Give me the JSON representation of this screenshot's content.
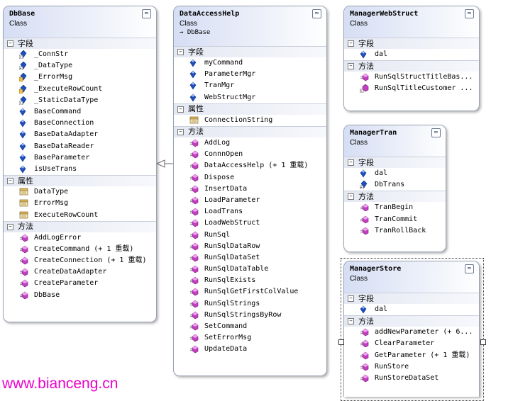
{
  "classes": [
    {
      "name": "DbBase",
      "kind": "Class",
      "sections": [
        {
          "title": "字段",
          "members": [
            {
              "name": "_ConnStr",
              "icon": "field-static-icon"
            },
            {
              "name": "_DataType",
              "icon": "field-static-icon"
            },
            {
              "name": "_ErrorMsg",
              "icon": "field-private-icon"
            },
            {
              "name": "_ExecuteRowCount",
              "icon": "field-private-icon"
            },
            {
              "name": "_StaticDataType",
              "icon": "field-static-icon"
            },
            {
              "name": "BaseCommand",
              "icon": "field-icon"
            },
            {
              "name": "BaseConnection",
              "icon": "field-icon"
            },
            {
              "name": "BaseDataAdapter",
              "icon": "field-icon"
            },
            {
              "name": "BaseDataReader",
              "icon": "field-icon"
            },
            {
              "name": "BaseParameter",
              "icon": "field-icon"
            },
            {
              "name": "isUseTrans",
              "icon": "field-icon"
            }
          ]
        },
        {
          "title": "属性",
          "members": [
            {
              "name": "DataType",
              "icon": "property-icon"
            },
            {
              "name": "ErrorMsg",
              "icon": "property-icon"
            },
            {
              "name": "ExecuteRowCount",
              "icon": "property-icon"
            }
          ]
        },
        {
          "title": "方法",
          "members": [
            {
              "name": "AddLogError",
              "icon": "method-icon"
            },
            {
              "name": "CreateCommand (+ 1 重载)",
              "icon": "method-icon"
            },
            {
              "name": "CreateConnection (+ 1 重载)",
              "icon": "method-icon"
            },
            {
              "name": "CreateDataAdapter",
              "icon": "method-icon"
            },
            {
              "name": "CreateParameter",
              "icon": "method-icon"
            },
            {
              "name": "DbBase",
              "icon": "method-icon"
            }
          ]
        }
      ]
    },
    {
      "name": "DataAccessHelp",
      "kind": "Class",
      "base": "→ DbBase",
      "sections": [
        {
          "title": "字段",
          "members": [
            {
              "name": "myCommand",
              "icon": "field-icon"
            },
            {
              "name": "ParameterMgr",
              "icon": "field-icon"
            },
            {
              "name": "TranMgr",
              "icon": "field-icon"
            },
            {
              "name": "WebStructMgr",
              "icon": "field-icon"
            }
          ]
        },
        {
          "title": "属性",
          "members": [
            {
              "name": "ConnectionString",
              "icon": "property-icon"
            }
          ]
        },
        {
          "title": "方法",
          "members": [
            {
              "name": "AddLog",
              "icon": "method-icon"
            },
            {
              "name": "ConnnOpen",
              "icon": "method-icon"
            },
            {
              "name": "DataAccessHelp (+ 1 重载)",
              "icon": "method-icon"
            },
            {
              "name": "Dispose",
              "icon": "method-icon"
            },
            {
              "name": "InsertData",
              "icon": "method-icon"
            },
            {
              "name": "LoadParameter",
              "icon": "method-icon"
            },
            {
              "name": "LoadTrans",
              "icon": "method-icon"
            },
            {
              "name": "LoadWebStruct",
              "icon": "method-icon"
            },
            {
              "name": "RunSql",
              "icon": "method-icon"
            },
            {
              "name": "RunSqlDataRow",
              "icon": "method-icon"
            },
            {
              "name": "RunSqlDataSet",
              "icon": "method-icon"
            },
            {
              "name": "RunSqlDataTable",
              "icon": "method-icon"
            },
            {
              "name": "RunSqlExists",
              "icon": "method-icon"
            },
            {
              "name": "RunSqlGetFirstColValue",
              "icon": "method-icon"
            },
            {
              "name": "RunSqlStrings",
              "icon": "method-icon"
            },
            {
              "name": "RunSqlStringsByRow",
              "icon": "method-icon"
            },
            {
              "name": "SetCommand",
              "icon": "method-icon"
            },
            {
              "name": "SetErrorMsg",
              "icon": "method-icon"
            },
            {
              "name": "UpdateData",
              "icon": "method-icon"
            }
          ]
        }
      ]
    },
    {
      "name": "ManagerWebStruct",
      "kind": "Class",
      "sections": [
        {
          "title": "字段",
          "members": [
            {
              "name": "dal",
              "icon": "field-icon"
            }
          ]
        },
        {
          "title": "方法",
          "members": [
            {
              "name": "RunSqlStructTitleBas...",
              "icon": "method-icon"
            },
            {
              "name": "RunSqlTitleCustomer ...",
              "icon": "method-static-icon"
            }
          ]
        }
      ]
    },
    {
      "name": "ManagerTran",
      "kind": "Class",
      "sections": [
        {
          "title": "字段",
          "members": [
            {
              "name": "dal",
              "icon": "field-icon"
            },
            {
              "name": "DbTrans",
              "icon": "field-static-icon"
            }
          ]
        },
        {
          "title": "方法",
          "members": [
            {
              "name": "TranBegin",
              "icon": "method-icon"
            },
            {
              "name": "TranCommit",
              "icon": "method-icon"
            },
            {
              "name": "TranRollBack",
              "icon": "method-icon"
            }
          ]
        }
      ]
    },
    {
      "name": "ManagerStore",
      "kind": "Class",
      "sections": [
        {
          "title": "字段",
          "members": [
            {
              "name": "dal",
              "icon": "field-icon"
            }
          ]
        },
        {
          "title": "方法",
          "members": [
            {
              "name": "addNewParameter (+ 6...",
              "icon": "method-icon"
            },
            {
              "name": "ClearParameter",
              "icon": "method-icon"
            },
            {
              "name": "GetParameter (+ 1 重载)",
              "icon": "method-icon"
            },
            {
              "name": "RunStore",
              "icon": "method-icon"
            },
            {
              "name": "RunStoreDataSet",
              "icon": "method-icon"
            }
          ]
        }
      ]
    }
  ],
  "collapse_glyph": "≈",
  "section_toggle_glyph": "−",
  "watermark": "www.bianceng.cn",
  "colors": {
    "field": "#1f4fbf",
    "method": "#c040c0",
    "property": "#b08a2a",
    "watermark": "#ee00cc"
  }
}
